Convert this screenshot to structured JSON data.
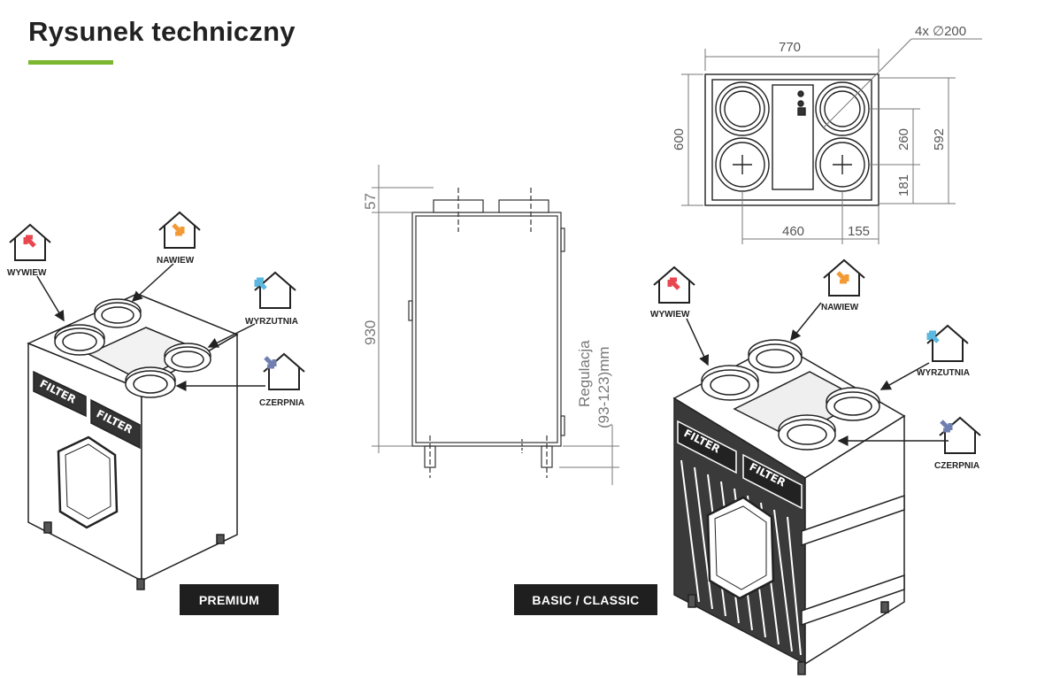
{
  "page": {
    "title": "Rysunek techniczny",
    "accent": "#7cb82f"
  },
  "badges": {
    "premium": "PREMIUM",
    "basic": "BASIC / CLASSIC"
  },
  "labels": {
    "wywiew": "WYWIEW",
    "nawiew": "NAWIEW",
    "wyrzutnia": "WYRZUTNIA",
    "czerpnia": "CZERPNIA",
    "filter": "FILTER"
  },
  "arrow_colors": {
    "wywiew": "#e8474f",
    "nawiew": "#f39a34",
    "wyrzutnia": "#5bb8e0",
    "czerpnia": "#6f7fb0"
  },
  "icons": {
    "wywiew": "house-arrow-icon",
    "nawiew": "house-arrow-icon",
    "wyrzutnia": "house-arrow-icon",
    "czerpnia": "house-arrow-icon"
  },
  "dimensions": {
    "width": "770",
    "ducts": "4x ∅200",
    "depth": "600",
    "inner_depth": "592",
    "spacing_260": "260",
    "spacing_181": "181",
    "spacing_460": "460",
    "spacing_155": "155",
    "height": "930",
    "top": "57",
    "adjust_line1": "Regulacja",
    "adjust_line2": "(93-123)mm"
  }
}
